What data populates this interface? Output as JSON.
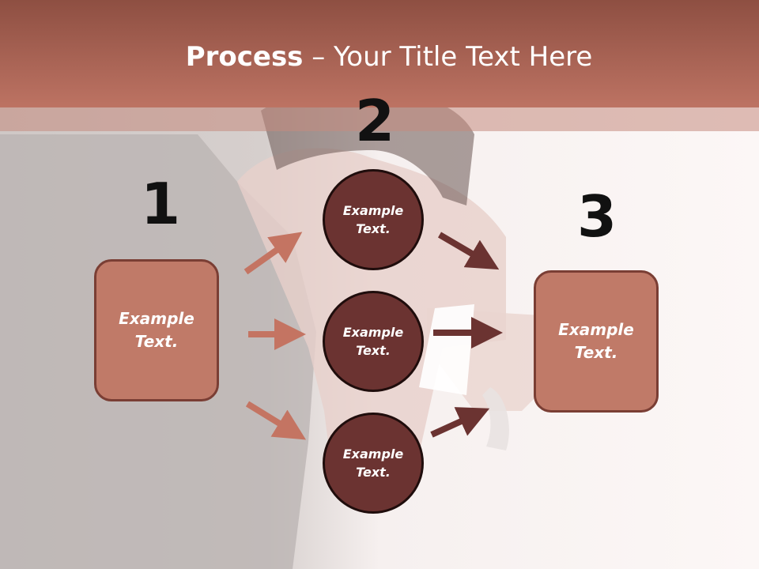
{
  "title": {
    "bold": "Process",
    "rest": " – Your Title Text Here"
  },
  "steps": {
    "one": {
      "number": "1",
      "box_text_line1": "Example",
      "box_text_line2": "Text."
    },
    "two": {
      "number": "2",
      "circles": [
        {
          "line1": "Example",
          "line2": "Text."
        },
        {
          "line1": "Example",
          "line2": "Text."
        },
        {
          "line1": "Example",
          "line2": "Text."
        }
      ]
    },
    "three": {
      "number": "3",
      "box_text_line1": "Example",
      "box_text_line2": "Text."
    }
  },
  "colors": {
    "header": "#b56a58",
    "box_fill": "#c07a68",
    "circle_fill": "#6b3331",
    "arrow_light": "#c47462",
    "arrow_dark": "#6b3331"
  }
}
